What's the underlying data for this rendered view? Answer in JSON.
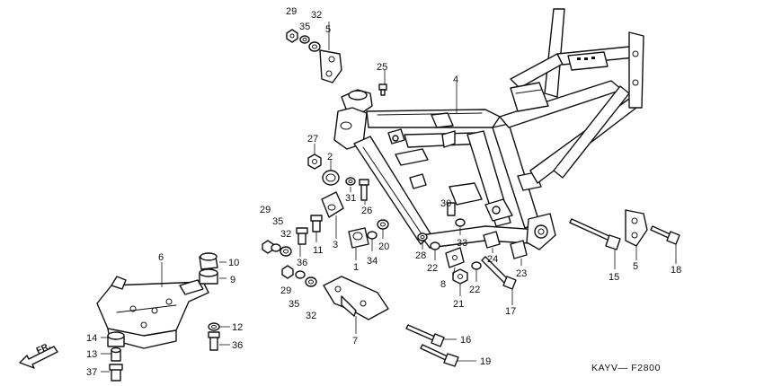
{
  "diagram": {
    "drawing_code": "KAYV— F2800",
    "direction_label": "FR.",
    "callouts": [
      {
        "id": "c29a",
        "text": "29"
      },
      {
        "id": "c35a",
        "text": "35"
      },
      {
        "id": "c32a",
        "text": "32"
      },
      {
        "id": "c5a",
        "text": "5"
      },
      {
        "id": "c25",
        "text": "25"
      },
      {
        "id": "c4",
        "text": "4"
      },
      {
        "id": "c27",
        "text": "27"
      },
      {
        "id": "c2",
        "text": "2"
      },
      {
        "id": "c31",
        "text": "31"
      },
      {
        "id": "c26",
        "text": "26"
      },
      {
        "id": "c30",
        "text": "30"
      },
      {
        "id": "c29b",
        "text": "29"
      },
      {
        "id": "c35b",
        "text": "35"
      },
      {
        "id": "c32b",
        "text": "32"
      },
      {
        "id": "c11",
        "text": "11"
      },
      {
        "id": "c3",
        "text": "3"
      },
      {
        "id": "c36a",
        "text": "36"
      },
      {
        "id": "c1",
        "text": "1"
      },
      {
        "id": "c34",
        "text": "34"
      },
      {
        "id": "c20",
        "text": "20"
      },
      {
        "id": "c33",
        "text": "33"
      },
      {
        "id": "c28",
        "text": "28"
      },
      {
        "id": "c22a",
        "text": "22"
      },
      {
        "id": "c24",
        "text": "24"
      },
      {
        "id": "c23",
        "text": "23"
      },
      {
        "id": "c8",
        "text": "8"
      },
      {
        "id": "c22b",
        "text": "22"
      },
      {
        "id": "c21",
        "text": "21"
      },
      {
        "id": "c17",
        "text": "17"
      },
      {
        "id": "c15",
        "text": "15"
      },
      {
        "id": "c5b",
        "text": "5"
      },
      {
        "id": "c18",
        "text": "18"
      },
      {
        "id": "c6",
        "text": "6"
      },
      {
        "id": "c10",
        "text": "10"
      },
      {
        "id": "c9",
        "text": "9"
      },
      {
        "id": "c29c",
        "text": "29"
      },
      {
        "id": "c35c",
        "text": "35"
      },
      {
        "id": "c32c",
        "text": "32"
      },
      {
        "id": "c7",
        "text": "7"
      },
      {
        "id": "c12",
        "text": "12"
      },
      {
        "id": "c14",
        "text": "14"
      },
      {
        "id": "c36b",
        "text": "36"
      },
      {
        "id": "c13",
        "text": "13"
      },
      {
        "id": "c37",
        "text": "37"
      },
      {
        "id": "c16",
        "text": "16"
      },
      {
        "id": "c19",
        "text": "19"
      }
    ]
  }
}
